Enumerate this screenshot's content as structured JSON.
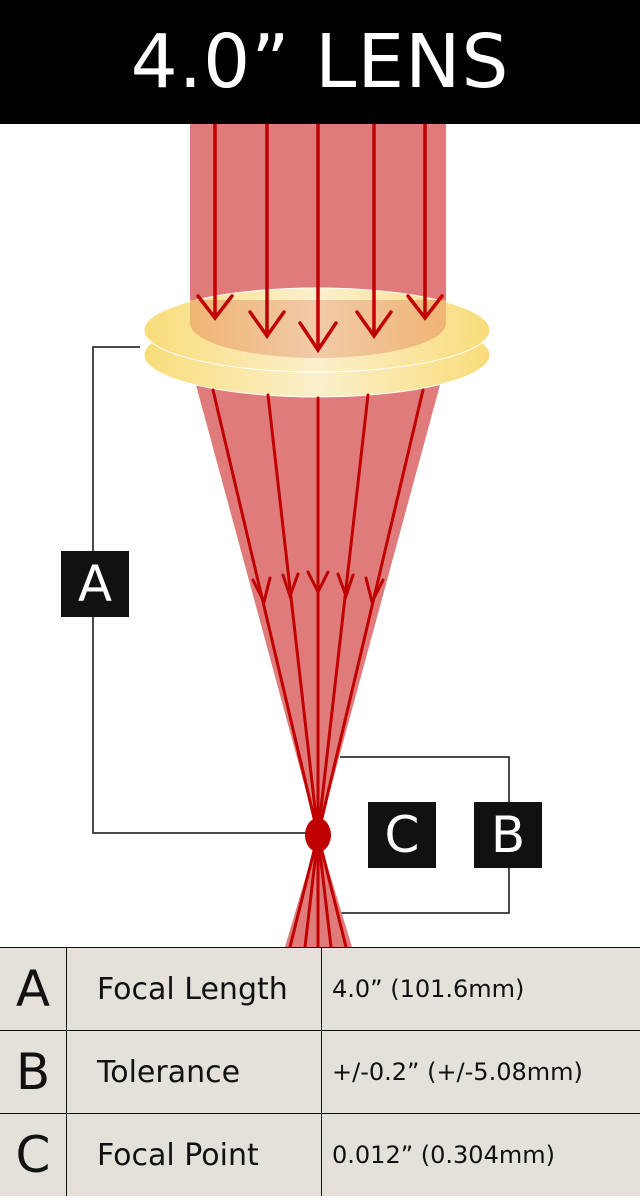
{
  "title": "4.0” LENS",
  "labels": {
    "a": "A",
    "b": "B",
    "c": "C"
  },
  "colors": {
    "beam": "#e07b7b",
    "ray": "#c00000",
    "lens": "#f9dc80",
    "header": "#000000",
    "table": "#e4e1da"
  },
  "specs": [
    {
      "key": "A",
      "name": "Focal Length",
      "value": "4.0” (101.6mm)"
    },
    {
      "key": "B",
      "name": "Tolerance",
      "value": "+/-0.2” (+/-5.08mm)"
    },
    {
      "key": "C",
      "name": "Focal Point",
      "value": "0.012” (0.304mm)"
    }
  ]
}
